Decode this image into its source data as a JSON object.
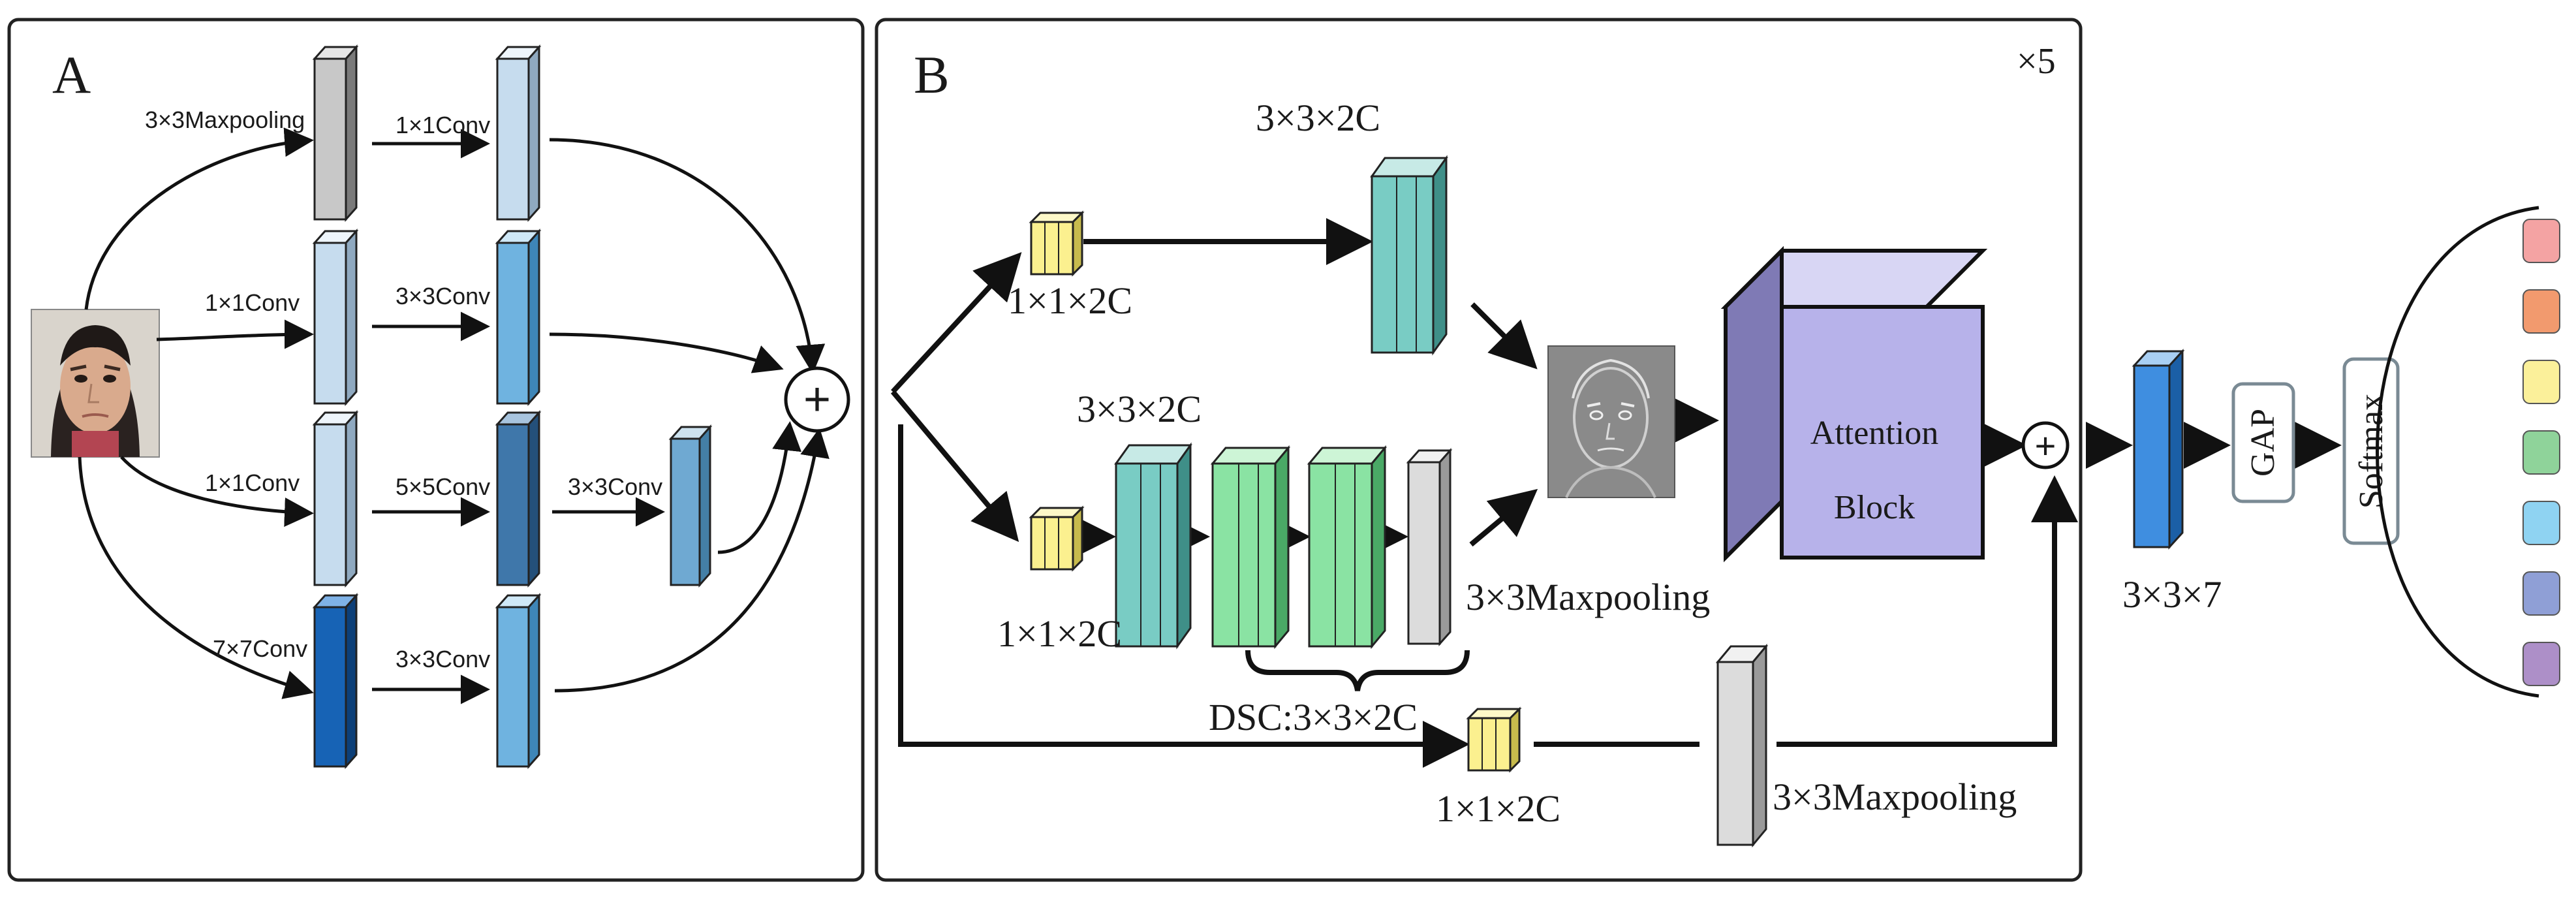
{
  "panel_a": {
    "letter": "A",
    "labels": {
      "maxpool": "3×3Maxpooling",
      "b1_conv": "1×1Conv",
      "b2_in": "1×1Conv",
      "b2_conv": "3×3Conv",
      "b3_in": "1×1Conv",
      "b3_conv5": "5×5Conv",
      "b3_conv3": "3×3Conv",
      "b4_in": "7×7Conv",
      "b4_conv": "3×3Conv"
    },
    "sum_symbol": "+"
  },
  "panel_b": {
    "letter": "B",
    "repeat": "×5",
    "labels": {
      "top_conv": "3×3×2C",
      "top_in": "1×1×2C",
      "mid_conv": "3×3×2C",
      "mid_in": "1×1×2C",
      "mid_pool": "3×3Maxpooling",
      "dsc": "DSC:3×3×2C",
      "bot_in": "1×1×2C",
      "bot_pool": "3×3Maxpooling"
    },
    "attention": {
      "line1": "Attention",
      "line2": "Block"
    },
    "sum_symbol": "+"
  },
  "head": {
    "out_label": "3×3×7",
    "gap": "GAP",
    "softmax": "Softmax",
    "class_colors": [
      "#f4a3a3",
      "#f29a6e",
      "#fbf09a",
      "#8fd39a",
      "#8fd3f2",
      "#8f9fd6",
      "#ad8fc8"
    ]
  },
  "colors": {
    "gray_block": "#c8c8c8",
    "pale_blue": "#c6dcee",
    "mid_blue": "#6fb3e0",
    "steel_blue": "#3f77aa",
    "deep_blue": "#1763b5",
    "yellow": "#fbf08f",
    "teal": "#79ccc4",
    "green": "#8ae3a3",
    "light_gray": "#dcdcdc",
    "lavender": "#b7b2ea",
    "bright_blue": "#3f8ee0"
  }
}
